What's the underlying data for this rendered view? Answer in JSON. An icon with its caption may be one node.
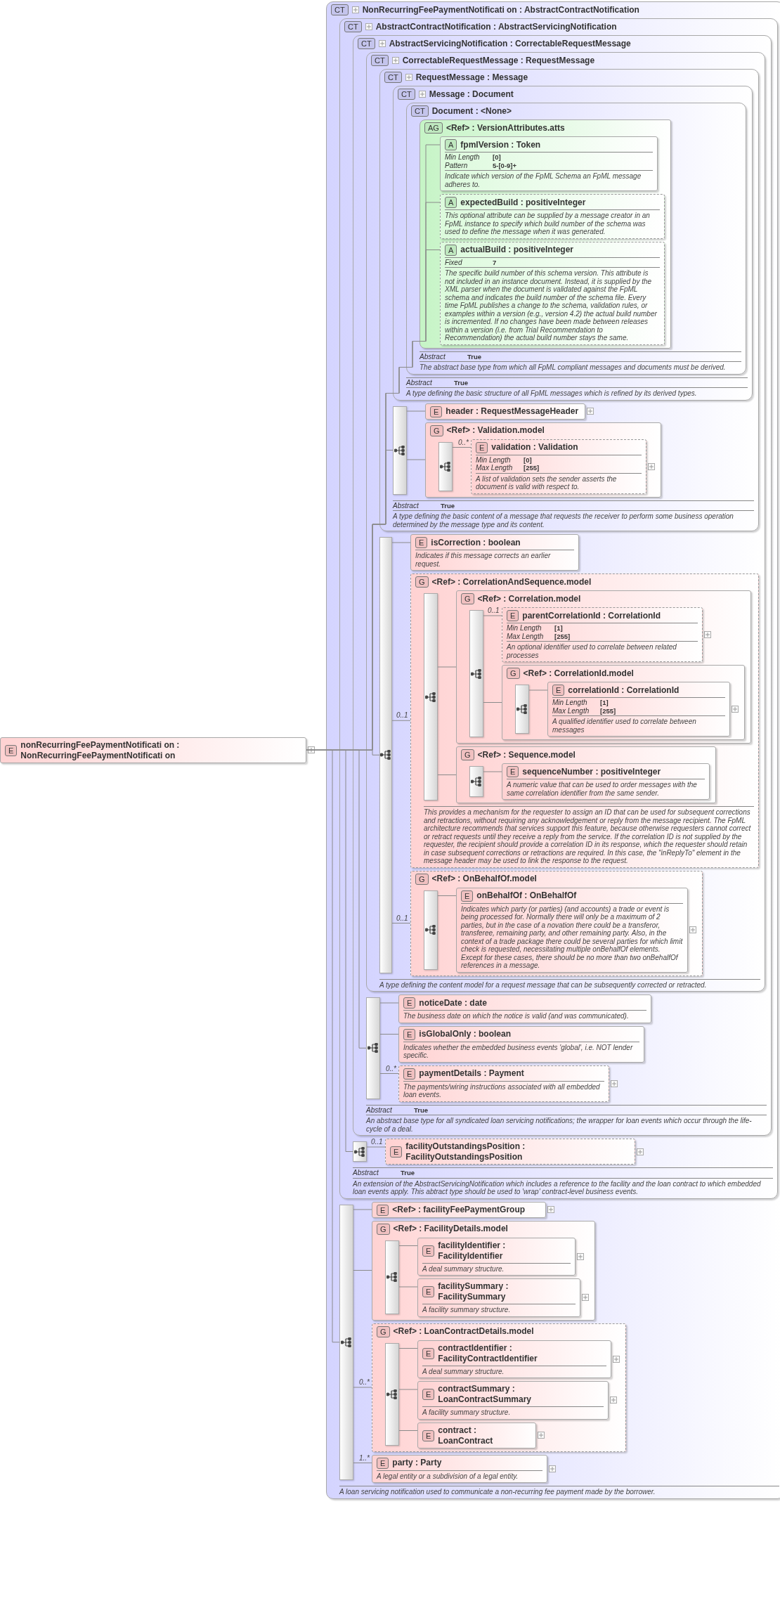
{
  "diagram": {
    "nodes": [
      {
        "text": [
          "E",
          "nonRecurringFeePaymentNotificati on : NonRecurringFeePaymentNotificati on"
        ]
      },
      {
        "text": [
          "CT",
          "NonRecurringFeePaymentNotificati on : AbstractContractNotification",
          "A loan servicing notification used to communicate a non-recurring fee payment made by the borrower."
        ]
      },
      {
        "text": [
          "CT",
          "AbstractContractNotification : AbstractServicingNotification",
          "Abstract",
          "True",
          "An extension of the AbstractServicingNotification which includes a reference to the facility and the loan contract to which embedded loan events apply. This abtract type should be used to 'wrap' contract-level business events."
        ],
        "in": 1
      },
      {
        "text": [
          "CT",
          "AbstractServicingNotification : CorrectableRequestMessage",
          "Abstract",
          "True",
          "An abstract base type for all syndicated loan servicing notifications; the wrapper for loan events which occur through the life-cycle of a deal."
        ],
        "in": 2
      },
      {
        "text": [
          "CT",
          "CorrectableRequestMessage : RequestMessage",
          "A type defining the content model for a request message that can be subsequently corrected or retracted."
        ],
        "in": 3
      },
      {
        "text": [
          "CT",
          "RequestMessage : Message",
          "Abstract",
          "True",
          "A type defining the basic content of a message that requests the receiver to perform some business operation determined by the message type and its content."
        ],
        "in": 4
      },
      {
        "text": [
          "CT",
          "Message : Document",
          "Abstract",
          "True",
          "A type defining the basic structure of all FpML messages which is refined by its derived types."
        ],
        "in": 5
      },
      {
        "text": [
          "CT",
          "Document : <None>",
          "Abstract",
          "True",
          "The abstract base type from which all FpML compliant messages and documents must be derived."
        ],
        "in": 6
      },
      {
        "text": [
          "AG",
          "<Ref> : VersionAttributes.atts"
        ],
        "in": 7
      },
      {
        "text": [
          "A",
          "fpmlVersion : Token",
          "Min Length",
          "[0]",
          "Pattern",
          "5-[0-9]+",
          "Indicate which version of the FpML Schema an FpML message adheres to."
        ],
        "in": 8
      },
      {
        "text": [
          "A",
          "expectedBuild : positiveInteger",
          "This optional attribute can be supplied by a message creator in an FpML instance to specify which build number of the schema was used to define the message when it was generated."
        ],
        "in": 8
      },
      {
        "text": [
          "A",
          "actualBuild : positiveInteger",
          "Fixed",
          "7",
          "The specific build number of this schema version. This attribute is not included in an instance document. Instead, it is supplied by the XML parser when the document is validated against the FpML schema and indicates the build number of the schema file. Every time FpML publishes a change to the schema, validation rules, or examples within a version (e.g., version 4.2) the actual build number is incremented. If no changes have been made between releases within a version (i.e. from Trial Recommendation to Recommendation) the actual build number stays the same."
        ],
        "in": 8
      },
      {
        "text": [],
        "shape": "box",
        "in": 5
      },
      {
        "text": [
          "E",
          "header : RequestMessageHeader"
        ],
        "in": 5
      },
      {
        "text": [
          "G",
          "<Ref> : Validation.model"
        ],
        "in": 5
      },
      {
        "text": [],
        "shape": "box",
        "in": 14
      },
      {
        "text": [
          "E",
          "validation : Validation",
          "Min Length",
          "[0]",
          "Max Length",
          "[255]",
          "A list of validation sets the sender asserts the document is valid with respect to."
        ],
        "in": 14
      },
      {
        "text": [],
        "shape": "box",
        "in": 4
      },
      {
        "text": [
          "E",
          "isCorrection : boolean",
          "Indicates if this message corrects an earlier request."
        ],
        "in": 4
      },
      {
        "text": [
          "G",
          "<Ref> : CorrelationAndSequence.model",
          "This provides a mechanism for the requester to assign an ID that can be used for subsequent corrections and retractions, without requiring any acknowledgement or reply from the message recipient. The FpML architecture recommends that services support this feature, because otherwise requesters cannot correct or retract requests until they receive a reply from the service. If the correlation ID is not supplied by the requester, the recipient should provide a correlation ID in its response, which the requester should retain in case subsequent corrections or retractions are required. In this case, the \"inReplyTo\" element in the message header may be used to link the response to the request."
        ],
        "in": 4
      },
      {
        "text": [],
        "shape": "box",
        "in": 19
      },
      {
        "text": [
          "G",
          "<Ref> : Correlation.model"
        ],
        "in": 19
      },
      {
        "text": [],
        "shape": "box",
        "in": 21
      },
      {
        "text": [
          "E",
          "parentCorrelationId : CorrelationId",
          "Min Length",
          "[1]",
          "Max Length",
          "[255]",
          "An optional identifier used to correlate between related processes"
        ],
        "in": 21
      },
      {
        "text": [
          "G",
          "<Ref> : CorrelationId.model"
        ],
        "in": 21
      },
      {
        "text": [],
        "shape": "box",
        "in": 24
      },
      {
        "text": [
          "E",
          "correlationId : CorrelationId",
          "Min Length",
          "[1]",
          "Max Length",
          "[255]",
          "A qualified identifier used to correlate between messages"
        ],
        "in": 24
      },
      {
        "text": [
          "G",
          "<Ref> : Sequence.model"
        ],
        "in": 19
      },
      {
        "text": [],
        "shape": "box",
        "in": 27
      },
      {
        "text": [
          "E",
          "sequenceNumber : positiveInteger",
          "A numeric value that can be used to order messages with the same correlation identifier from the same sender."
        ],
        "in": 27
      },
      {
        "text": [
          "G",
          "<Ref> : OnBehalfOf.model"
        ],
        "in": 4
      },
      {
        "text": [],
        "shape": "box",
        "in": 30
      },
      {
        "text": [
          "E",
          "onBehalfOf : OnBehalfOf",
          "Indicates which party (or parties) (and accounts) a trade or event is being processed for. Normally there will only be a maximum of 2 parties, but in the case of a novation there could be a transferor, transferee, remaining party, and other remaining party. Also, in the context of a trade package there could be several parties for which limit check is requested, necessitating multiple onBehalfOf elements. Except for these cases, there should be no more than two onBehalfOf references in a message."
        ],
        "in": 30
      },
      {
        "text": [],
        "shape": "box",
        "in": 3
      },
      {
        "text": [
          "E",
          "noticeDate : date",
          "The business date on which the notice is valid (and was communicated)."
        ],
        "in": 3
      },
      {
        "text": [
          "E",
          "isGlobalOnly : boolean",
          "Indicates whether the embedded business events 'global', i.e. NOT lender specific."
        ],
        "in": 3
      },
      {
        "text": [
          "E",
          "paymentDetails : Payment",
          "The payments/wiring instructions associated with all embedded loan events."
        ],
        "in": 3
      },
      {
        "text": [],
        "shape": "box",
        "in": 2
      },
      {
        "text": [
          "E",
          "facilityOutstandingsPosition : FacilityOutstandingsPosition"
        ],
        "in": 2
      },
      {
        "text": [],
        "shape": "box",
        "in": 1
      },
      {
        "text": [
          "E",
          "<Ref> : facilityFeePaymentGroup"
        ],
        "in": 1
      },
      {
        "text": [
          "G",
          "<Ref> : FacilityDetails.model"
        ],
        "in": 1
      },
      {
        "text": [],
        "shape": "box",
        "in": 41
      },
      {
        "text": [
          "E",
          "facilityIdentifier : FacilityIdentifier",
          "A deal summary structure."
        ],
        "in": 41
      },
      {
        "text": [
          "E",
          "facilitySummary : FacilitySummary",
          "A facility summary structure."
        ],
        "in": 41
      },
      {
        "text": [
          "G",
          "<Ref> : LoanContractDetails.model"
        ],
        "in": 1
      },
      {
        "text": [],
        "shape": "box",
        "in": 45
      },
      {
        "text": [
          "E",
          "contractIdentifier : FacilityContractIdentifier",
          "A deal summary structure."
        ],
        "in": 45
      },
      {
        "text": [
          "E",
          "contractSummary : LoanContractSummary",
          "A facility summary structure."
        ],
        "in": 45
      },
      {
        "text": [
          "E",
          "contract : LoanContract"
        ],
        "in": 45
      },
      {
        "text": [
          "E",
          "party : Party",
          "A legal entity or a subdivision of a legal entity."
        ],
        "in": 1
      }
    ],
    "edges": [
      {
        "from": 0,
        "to": 9,
        "arrow": "none"
      },
      {
        "from": 0,
        "to": 10,
        "arrow": "none"
      },
      {
        "from": 0,
        "to": 11,
        "arrow": "none"
      },
      {
        "from": 0,
        "to": 12,
        "arrow": "none"
      },
      {
        "from": 0,
        "to": 17,
        "arrow": "none"
      },
      {
        "from": 0,
        "to": 33,
        "arrow": "none"
      },
      {
        "from": 0,
        "to": 37,
        "arrow": "none"
      },
      {
        "from": 0,
        "to": 39,
        "arrow": "none"
      },
      {
        "from": 12,
        "to": 13,
        "arrow": "none"
      },
      {
        "from": 12,
        "to": 14,
        "arrow": "none"
      },
      {
        "from": 15,
        "to": 16,
        "arrow": "none",
        "label": "0..*"
      },
      {
        "from": 17,
        "to": 18,
        "arrow": "none"
      },
      {
        "from": 17,
        "to": 19,
        "arrow": "none",
        "label": "0..1"
      },
      {
        "from": 17,
        "to": 30,
        "arrow": "none",
        "label": "0..1"
      },
      {
        "from": 20,
        "to": 21,
        "arrow": "none"
      },
      {
        "from": 20,
        "to": 27,
        "arrow": "none"
      },
      {
        "from": 22,
        "to": 23,
        "arrow": "none",
        "label": "0..1"
      },
      {
        "from": 22,
        "to": 24,
        "arrow": "none"
      },
      {
        "from": 25,
        "to": 26,
        "arrow": "none"
      },
      {
        "from": 28,
        "to": 29,
        "arrow": "none"
      },
      {
        "from": 31,
        "to": 32,
        "arrow": "none"
      },
      {
        "from": 33,
        "to": 34,
        "arrow": "none"
      },
      {
        "from": 33,
        "to": 35,
        "arrow": "none"
      },
      {
        "from": 33,
        "to": 36,
        "arrow": "none",
        "label": "0..*"
      },
      {
        "from": 37,
        "to": 38,
        "arrow": "none",
        "label": "0..1"
      },
      {
        "from": 39,
        "to": 40,
        "arrow": "none"
      },
      {
        "from": 39,
        "to": 41,
        "arrow": "none"
      },
      {
        "from": 39,
        "to": 45,
        "arrow": "none",
        "label": "0..*"
      },
      {
        "from": 39,
        "to": 50,
        "arrow": "none",
        "label": "1..*"
      },
      {
        "from": 42,
        "to": 43,
        "arrow": "none"
      },
      {
        "from": 42,
        "to": 44,
        "arrow": "none"
      },
      {
        "from": 46,
        "to": 47,
        "arrow": "none"
      },
      {
        "from": 46,
        "to": 48,
        "arrow": "none"
      },
      {
        "from": 46,
        "to": 49,
        "arrow": "none"
      }
    ]
  }
}
